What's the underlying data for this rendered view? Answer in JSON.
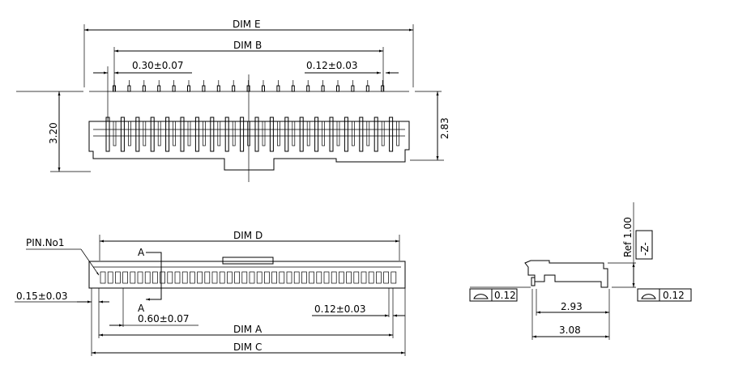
{
  "top_view": {
    "dim_e": "DIM  E",
    "dim_b": "DIM  B",
    "pitch": "0.30±0.07",
    "pin_width": "0.12±0.03",
    "height_total": "3.20",
    "height_body": "2.83"
  },
  "bottom_view": {
    "dim_d": "DIM  D",
    "pin1_label": "PIN.No1",
    "section_a_top": "A",
    "section_a_bottom": "A",
    "offset": "0.15±0.03",
    "pitch": "0.60±0.07",
    "pin_width": "0.12±0.03",
    "dim_a": "DIM  A",
    "dim_c": "DIM  C"
  },
  "side_view": {
    "ref_height": "Ref  1.00",
    "datum": "-Z-",
    "flatness_left": "0.12",
    "flatness_right": "0.12",
    "width_inner": "2.93",
    "width_outer": "3.08"
  }
}
